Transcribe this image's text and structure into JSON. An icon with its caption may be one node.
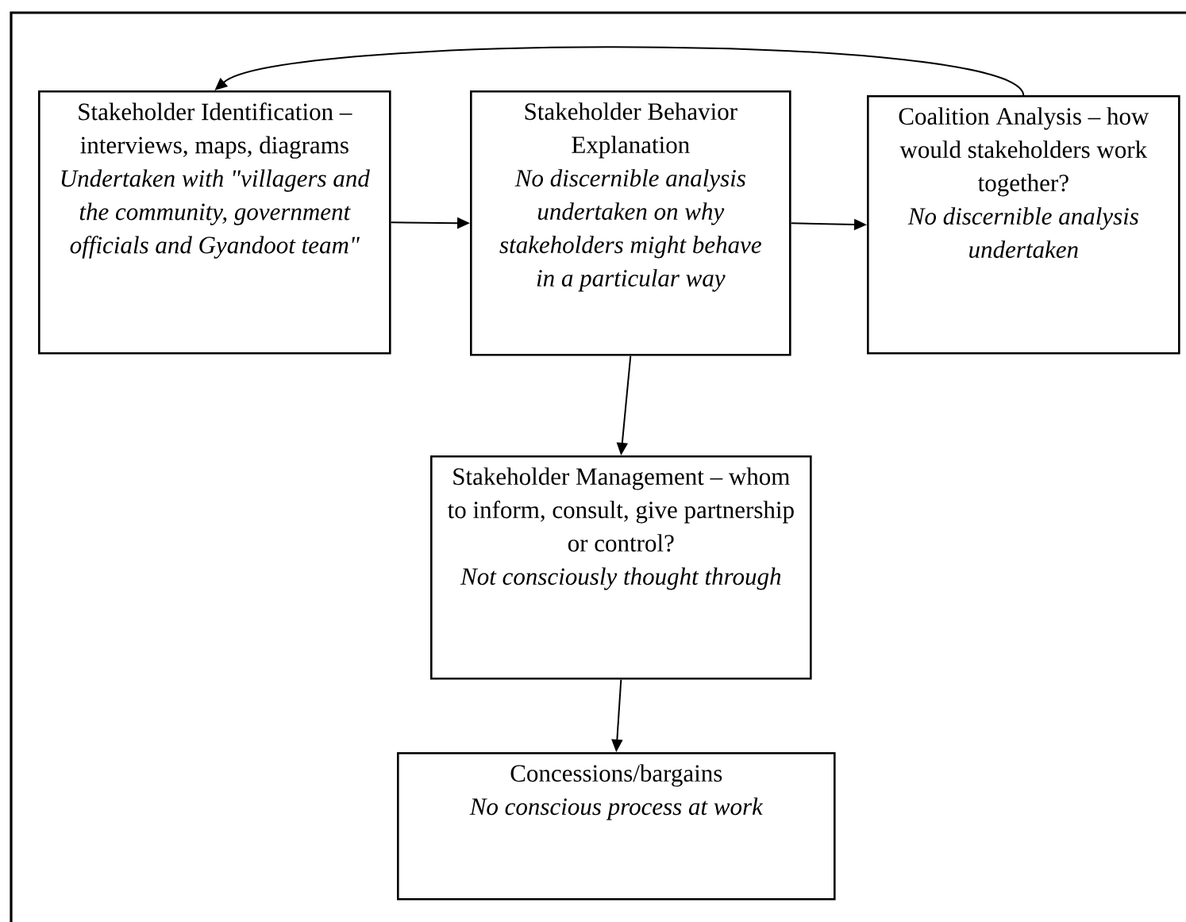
{
  "diagram": {
    "nodes": [
      {
        "text": [
          "Stakeholder Identification – interviews, maps, diagrams",
          "Undertaken with \"villagers and the community, government officials and Gyandoot team\""
        ]
      },
      {
        "text": [
          "Stakeholder Behavior Explanation",
          "No discernible analysis undertaken on why stakeholders might behave in a particular way"
        ]
      },
      {
        "text": [
          "Coalition Analysis – how would stakeholders work together?",
          "No discernible analysis undertaken"
        ]
      },
      {
        "text": [
          "Stakeholder Management – whom to inform, consult, give partnership or control?",
          "Not consciously thought through"
        ]
      },
      {
        "text": [
          "Concessions/bargains",
          "No conscious process at work"
        ]
      }
    ],
    "edges": [
      {
        "from": 0,
        "to": 1,
        "arrow": "to"
      },
      {
        "from": 1,
        "to": 2,
        "arrow": "to"
      },
      {
        "from": 1,
        "to": 3,
        "arrow": "to"
      },
      {
        "from": 3,
        "to": 4,
        "arrow": "to"
      },
      {
        "from": 2,
        "to": 0,
        "arrow": "to"
      }
    ]
  }
}
